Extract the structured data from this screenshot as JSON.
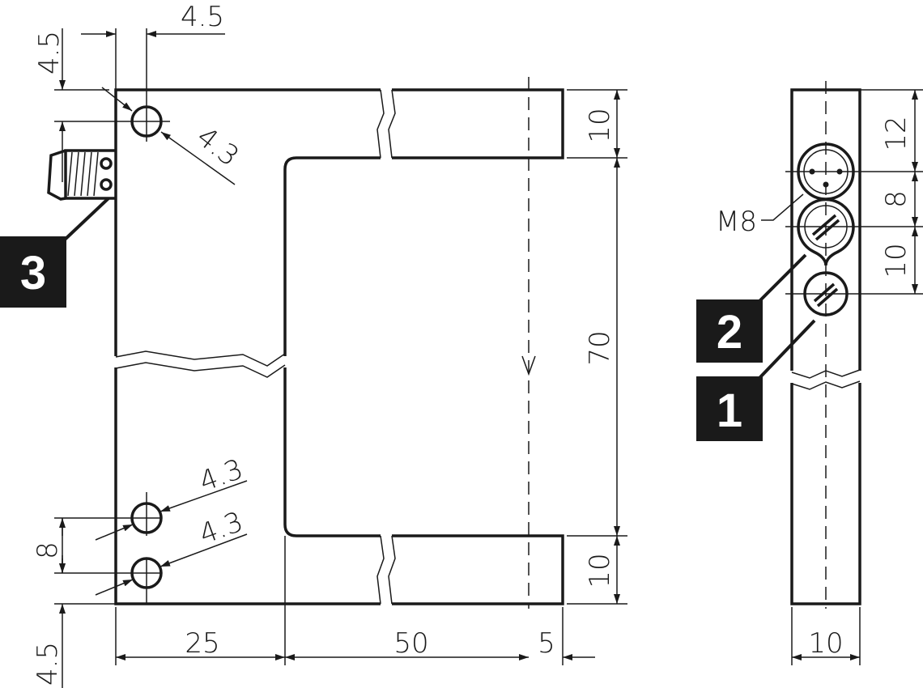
{
  "front_view": {
    "dimensions": {
      "hole_offset_x": "4.5",
      "hole_offset_y_top": "4.5",
      "hole_diameter_top": "4.3",
      "hole_diameter_lower_1": "4.3",
      "hole_diameter_lower_2": "4.3",
      "hole_spacing": "8",
      "hole_offset_y_bottom": "4.5",
      "width_body": "25",
      "width_slot": "50",
      "width_tip": "5",
      "arm_height_top": "10",
      "slot_height": "70",
      "arm_height_bottom": "10"
    },
    "callout_3": "3"
  },
  "side_view": {
    "connector_label": "M8",
    "dimensions": {
      "top_to_connector": "12",
      "connector_to_led": "8",
      "led_to_button": "10",
      "width": "10"
    },
    "callout_2": "2",
    "callout_1": "1"
  },
  "colors": {
    "line": "#1a1a1a",
    "background": "#ffffff"
  }
}
